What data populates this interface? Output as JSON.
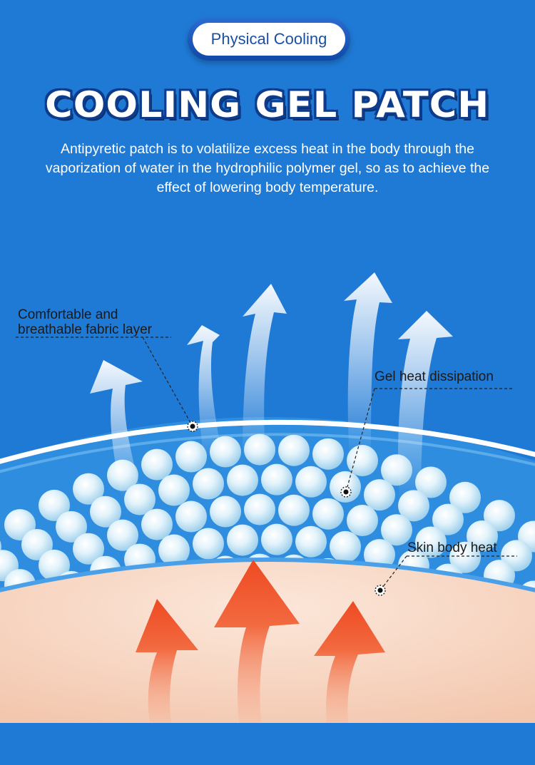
{
  "badge": {
    "label": "Physical Cooling"
  },
  "title": "COOLING GEL PATCH",
  "description": "Antipyretic patch is to volatilize excess heat in the body through the vaporization of water in the hydrophilic polymer gel, so as to achieve the effect of lowering body temperature.",
  "labels": {
    "fabric_line1": "Comfortable and",
    "fabric_line2": "breathable fabric layer",
    "gel": "Gel heat dissipation",
    "skin": "Skin body heat"
  },
  "colors": {
    "background": "#1f7ad6",
    "skin": "#f8d7c4",
    "heat_arrow": "#f05a2e",
    "cool_arrow": "#eef6ff",
    "bead": "#cfeaf8"
  },
  "icons": [
    "heat-arrow-icon",
    "cooling-arrow-icon",
    "gel-bead-icon",
    "callout-dot-icon"
  ]
}
